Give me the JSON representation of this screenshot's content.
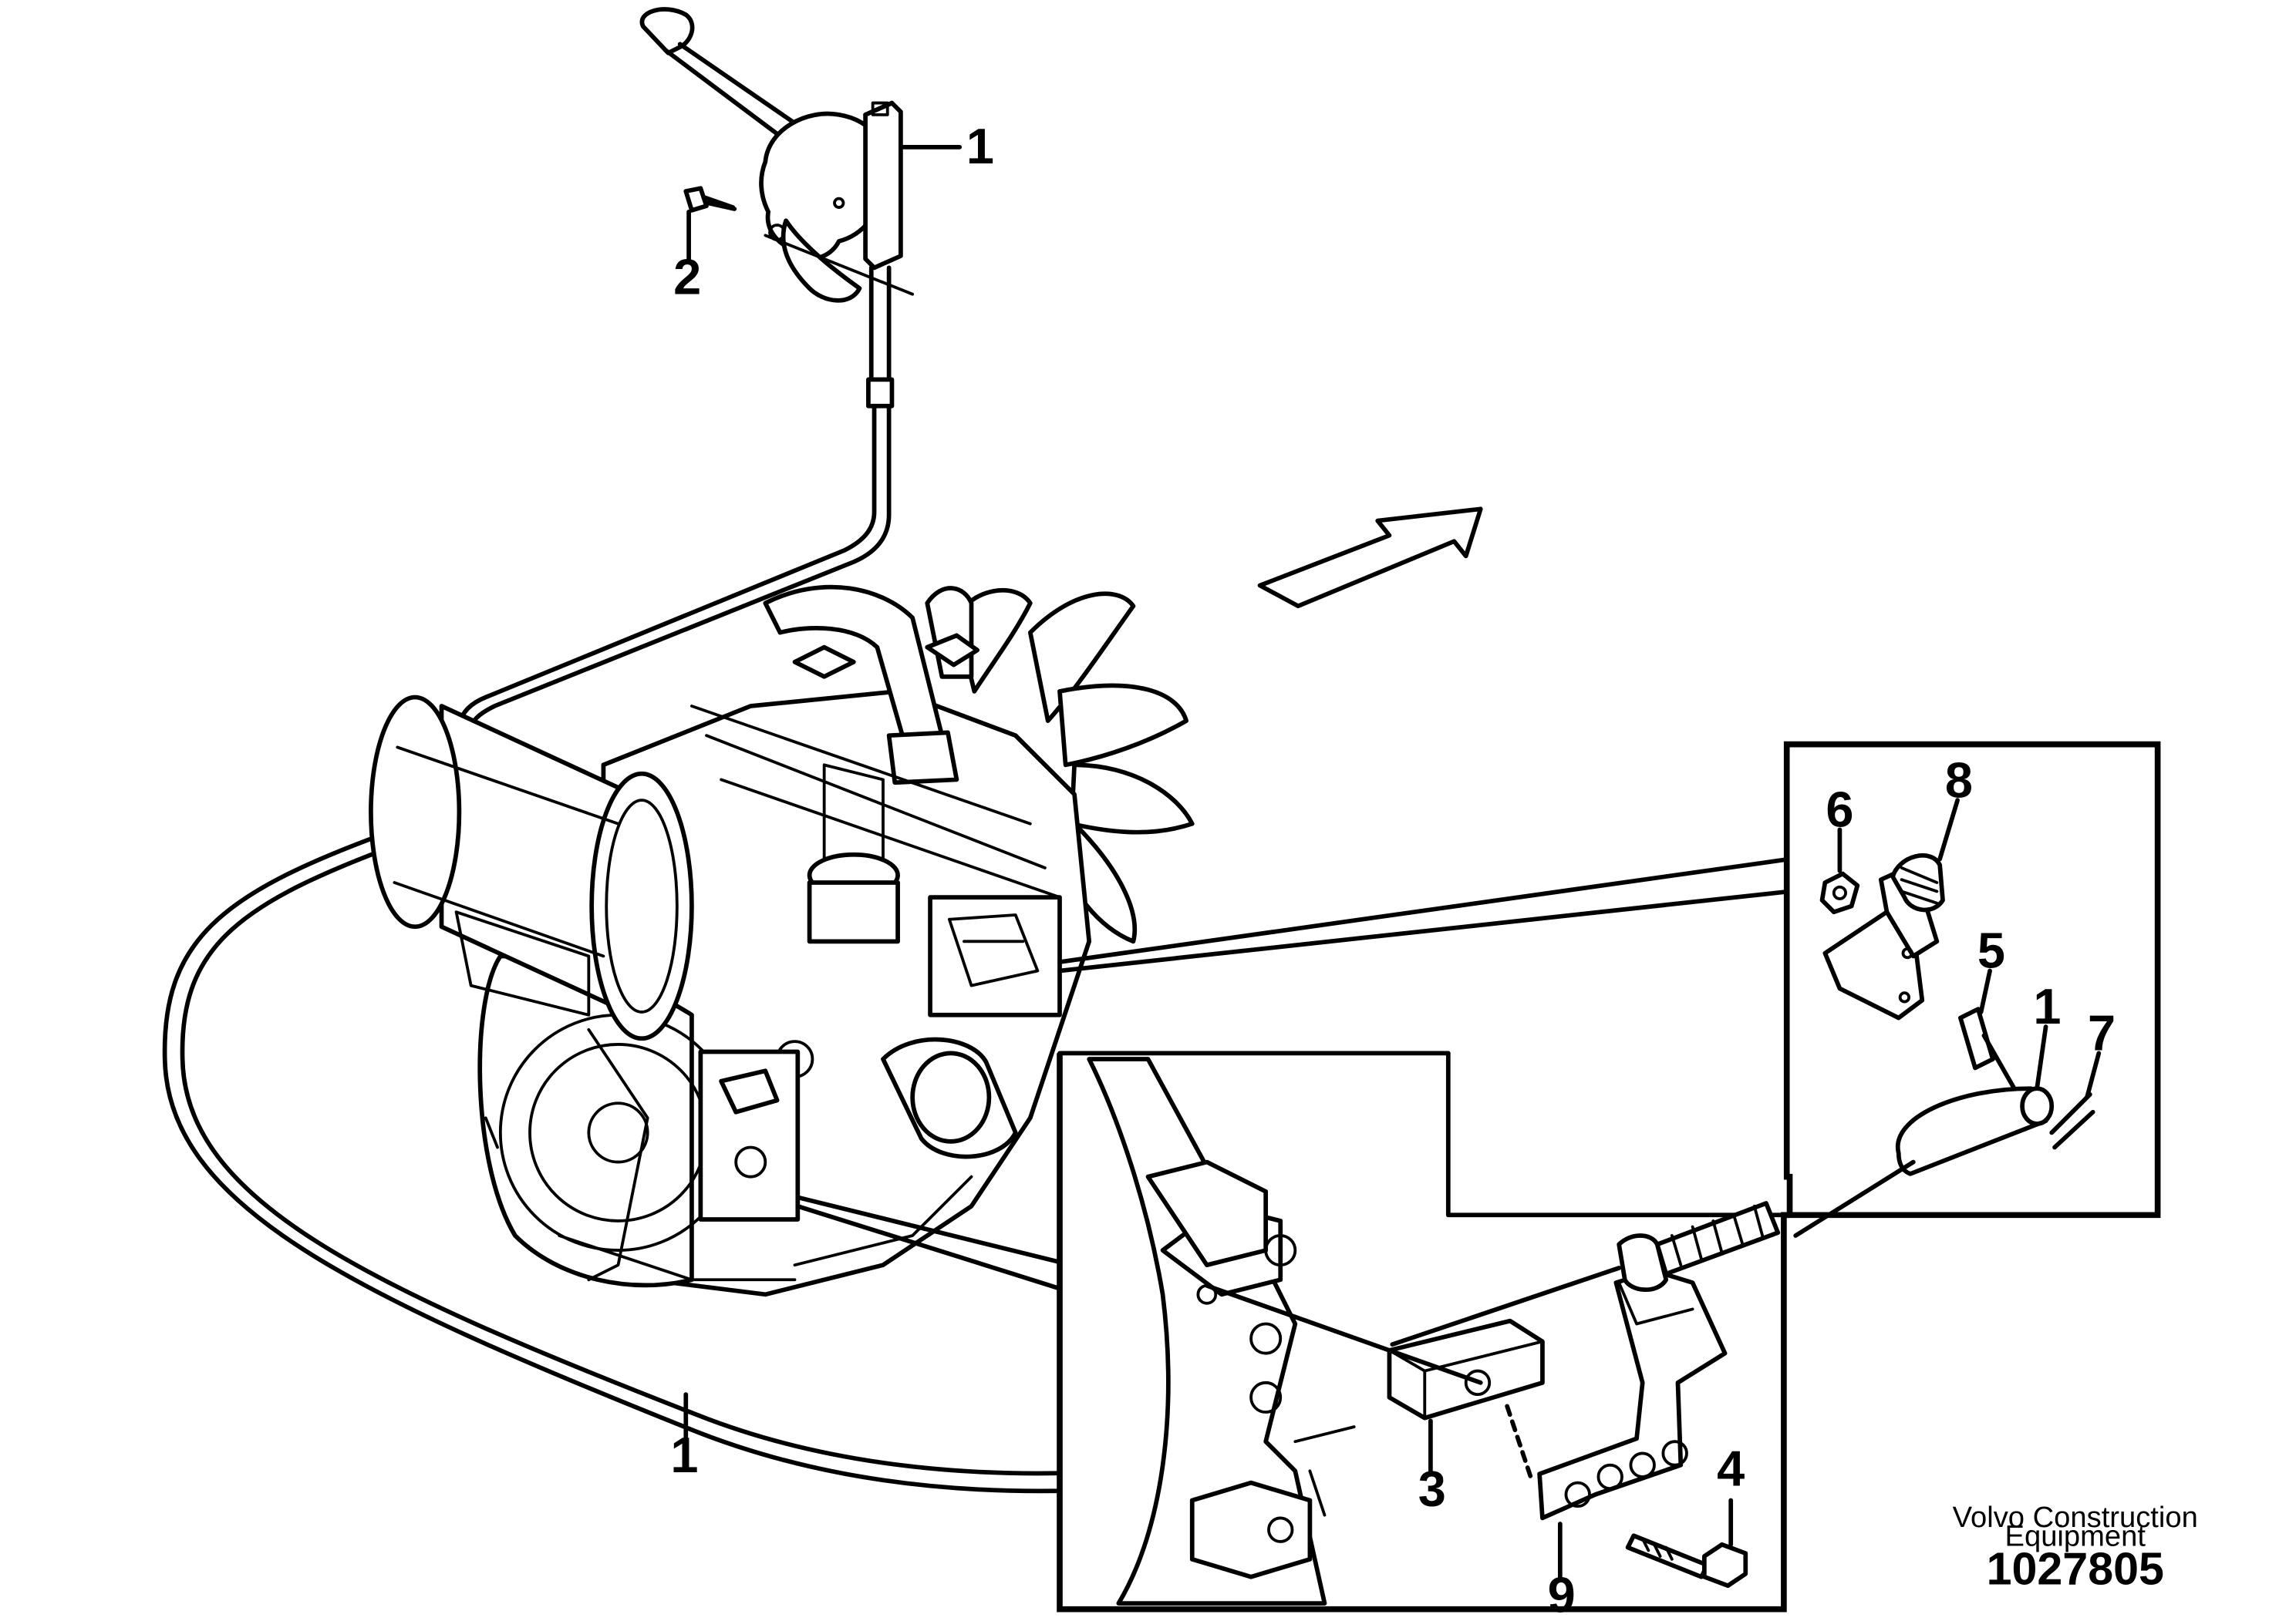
{
  "callouts": {
    "c1_top": "1",
    "c2": "2",
    "c1_cable": "1",
    "c6": "6",
    "c8": "8",
    "c5": "5",
    "c1_detail": "1",
    "c7": "7",
    "c3": "3",
    "c4": "4",
    "c9": "9"
  },
  "footer": {
    "brand_line1": "Volvo Construction",
    "brand_line2": "Equipment",
    "doc_number": "1027805"
  },
  "icons": {
    "direction_arrow": "forward-direction-arrow-icon"
  }
}
